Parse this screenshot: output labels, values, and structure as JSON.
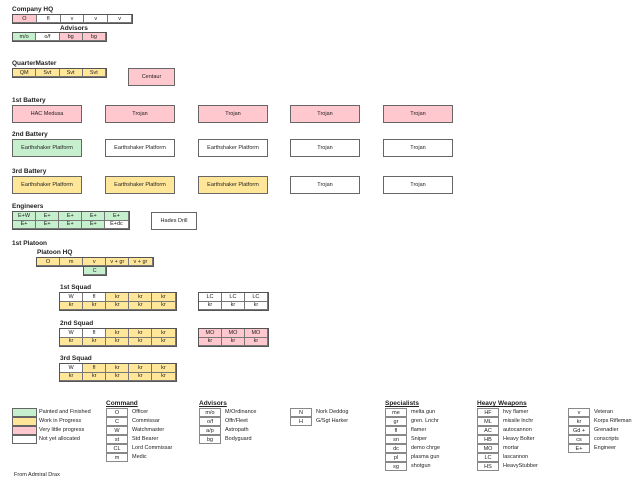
{
  "colors": {
    "finished": "#c6efce",
    "wip": "#ffe699",
    "little": "#ffc7ce",
    "none": "#ffffff"
  },
  "labels": {
    "company_hq": "Company HQ",
    "advisors": "Advisors",
    "quartermaster": "QuarterMaster",
    "battery1": "1st Battery",
    "battery2": "2nd Battery",
    "battery3": "3rd Battery",
    "engineers": "Engineers",
    "platoon1": "1st Platoon",
    "platoon_hq": "Platoon HQ",
    "squad1": "1st Squad",
    "squad2": "2nd Squad",
    "squad3": "3rd Squad",
    "footer": "From Admiral Drax"
  },
  "grids": {
    "company_hq": [
      [
        [
          "O",
          "little"
        ],
        [
          "fl",
          "none"
        ],
        [
          "v",
          "none"
        ],
        [
          "v",
          "none"
        ],
        [
          "v",
          "none"
        ]
      ]
    ],
    "advisors": [
      [
        [
          "m/o",
          "finished"
        ],
        [
          "o/f",
          "none"
        ],
        [
          "bg",
          "little"
        ],
        [
          "bg",
          "little"
        ]
      ]
    ],
    "quartermaster": [
      [
        [
          "QM",
          "wip"
        ],
        [
          "Svt",
          "wip"
        ],
        [
          "Svt",
          "wip"
        ],
        [
          "Svt",
          "wip"
        ]
      ]
    ],
    "engineers": [
      [
        [
          "E+W",
          "finished"
        ],
        [
          "E+",
          "finished"
        ],
        [
          "E+",
          "finished"
        ],
        [
          "E+",
          "finished"
        ],
        [
          "E+",
          "finished"
        ]
      ],
      [
        [
          "E+",
          "finished"
        ],
        [
          "E+",
          "finished"
        ],
        [
          "E+",
          "finished"
        ],
        [
          "E+",
          "finished"
        ],
        [
          "E+dc",
          "none"
        ]
      ]
    ],
    "platoon_hq": [
      [
        [
          "O",
          "wip"
        ],
        [
          "m",
          "wip"
        ],
        [
          "v",
          "wip"
        ],
        [
          "v + gr",
          "wip"
        ],
        [
          "v + gr",
          "wip"
        ]
      ]
    ],
    "platoon_hq_c": [
      [
        [
          "C",
          "finished"
        ]
      ]
    ],
    "squad1": [
      [
        [
          "W",
          "none"
        ],
        [
          "fl",
          "none"
        ],
        [
          "kr",
          "wip"
        ],
        [
          "kr",
          "wip"
        ],
        [
          "kr",
          "wip"
        ]
      ],
      [
        [
          "kr",
          "wip"
        ],
        [
          "kr",
          "wip"
        ],
        [
          "kr",
          "wip"
        ],
        [
          "kr",
          "wip"
        ],
        [
          "kr",
          "wip"
        ]
      ]
    ],
    "squad1_hw": [
      [
        [
          "LC",
          "none"
        ],
        [
          "LC",
          "none"
        ],
        [
          "LC",
          "none"
        ]
      ],
      [
        [
          "kr",
          "none"
        ],
        [
          "kr",
          "none"
        ],
        [
          "kr",
          "none"
        ]
      ]
    ],
    "squad2": [
      [
        [
          "W",
          "none"
        ],
        [
          "fl",
          "none"
        ],
        [
          "kr",
          "wip"
        ],
        [
          "kr",
          "wip"
        ],
        [
          "kr",
          "wip"
        ]
      ],
      [
        [
          "kr",
          "wip"
        ],
        [
          "kr",
          "wip"
        ],
        [
          "kr",
          "wip"
        ],
        [
          "kr",
          "wip"
        ],
        [
          "kr",
          "wip"
        ]
      ]
    ],
    "squad2_hw": [
      [
        [
          "MO",
          "little"
        ],
        [
          "MO",
          "little"
        ],
        [
          "MO",
          "little"
        ]
      ],
      [
        [
          "kr",
          "little"
        ],
        [
          "kr",
          "little"
        ],
        [
          "kr",
          "little"
        ]
      ]
    ],
    "squad3": [
      [
        [
          "W",
          "none"
        ],
        [
          "fl",
          "wip"
        ],
        [
          "kr",
          "wip"
        ],
        [
          "kr",
          "wip"
        ],
        [
          "kr",
          "wip"
        ]
      ],
      [
        [
          "kr",
          "wip"
        ],
        [
          "kr",
          "wip"
        ],
        [
          "kr",
          "wip"
        ],
        [
          "kr",
          "wip"
        ],
        [
          "kr",
          "wip"
        ]
      ]
    ]
  },
  "vehicles": {
    "centaur": [
      [
        "Centaur",
        "little"
      ]
    ],
    "battery1": [
      [
        "HAC Medusa",
        "little"
      ],
      [
        "Trojan",
        "little"
      ],
      [
        "Trojan",
        "little"
      ],
      [
        "Trojan",
        "little"
      ],
      [
        "Trojan",
        "little"
      ]
    ],
    "battery2": [
      [
        "Earthshaker Platform",
        "finished"
      ],
      [
        "Earthshaker Platform",
        "none"
      ],
      [
        "Earthshaker Platform",
        "none"
      ],
      [
        "Trojan",
        "none"
      ],
      [
        "Trojan",
        "none"
      ]
    ],
    "battery3": [
      [
        "Earthshaker Platform",
        "wip"
      ],
      [
        "Earthshaker Platform",
        "wip"
      ],
      [
        "Earthshaker Platform",
        "wip"
      ],
      [
        "Trojan",
        "none"
      ],
      [
        "Trojan",
        "none"
      ]
    ],
    "engineers": [
      [
        "Hades Drill",
        "none"
      ]
    ]
  },
  "legend": {
    "status": [
      [
        "Painted and Finished",
        "finished"
      ],
      [
        "Work in Progress",
        "wip"
      ],
      [
        "Very little progress",
        "little"
      ],
      [
        "Not yet allocated",
        "none"
      ]
    ],
    "keys": [
      {
        "title": "Command",
        "items": [
          [
            "O",
            "Officer"
          ],
          [
            "C",
            "Commissar"
          ],
          [
            "W",
            "Watchmaster"
          ],
          [
            "st",
            "Std Bearer"
          ],
          [
            "CL",
            "Lord Commissar"
          ],
          [
            "m",
            "Medic"
          ]
        ]
      },
      {
        "title": "Advisors",
        "items": [
          [
            "m/o",
            "M/Ordinance"
          ],
          [
            "o/f",
            "Offr/Fleet"
          ],
          [
            "a/p",
            "Astropath"
          ],
          [
            "bg",
            "Bodyguard"
          ]
        ]
      },
      {
        "title": "",
        "items": [
          [
            "N",
            "Nork Deddog"
          ],
          [
            "H",
            "G/Sgt Harker"
          ]
        ]
      },
      {
        "title": "Specialists",
        "items": [
          [
            "me",
            "melta gun"
          ],
          [
            "gr",
            "gren. Lnchr"
          ],
          [
            "fl",
            "flamer"
          ],
          [
            "sn",
            "Sniper"
          ],
          [
            "dc",
            "demo chrge"
          ],
          [
            "pl",
            "plasma gun"
          ],
          [
            "sg",
            "shotgun"
          ]
        ]
      },
      {
        "title": "Heavy Weapons",
        "items": [
          [
            "HF",
            "hvy flamer"
          ],
          [
            "ML",
            "missile lnchr"
          ],
          [
            "AC",
            "autocannon"
          ],
          [
            "HB",
            "Heavy Bolter"
          ],
          [
            "MO",
            "mortar"
          ],
          [
            "LC",
            "lascannon"
          ],
          [
            "HS",
            "HeavyStubber"
          ]
        ]
      },
      {
        "title": "",
        "items": [
          [
            "v",
            "Veteran"
          ],
          [
            "kr",
            "Korps Rifleman"
          ],
          [
            "Gd +",
            "Grenadier"
          ],
          [
            "cs",
            "conscripts"
          ],
          [
            "E+",
            "Engineer"
          ]
        ]
      }
    ]
  }
}
